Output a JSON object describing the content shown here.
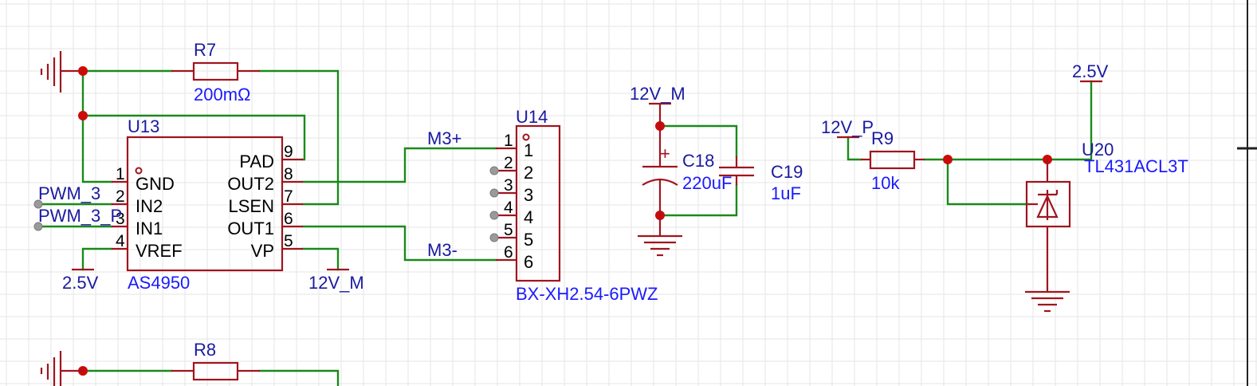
{
  "u13": {
    "designator": "U13",
    "value": "AS4950",
    "pins_left": [
      {
        "num": "1",
        "name": "GND"
      },
      {
        "num": "2",
        "name": "IN2"
      },
      {
        "num": "3",
        "name": "IN1"
      },
      {
        "num": "4",
        "name": "VREF"
      }
    ],
    "pins_right": [
      {
        "num": "9",
        "name": "PAD"
      },
      {
        "num": "8",
        "name": "OUT2"
      },
      {
        "num": "7",
        "name": "LSEN"
      },
      {
        "num": "6",
        "name": "OUT1"
      },
      {
        "num": "5",
        "name": "VP"
      }
    ]
  },
  "r7": {
    "designator": "R7",
    "value": "200mΩ"
  },
  "r8": {
    "designator": "R8"
  },
  "u14": {
    "designator": "U14",
    "value": "BX-XH2.54-6PWZ",
    "pins": [
      "1",
      "2",
      "3",
      "4",
      "5",
      "6"
    ]
  },
  "c18": {
    "designator": "C18",
    "value": "220uF",
    "polarity_mark": "+"
  },
  "c19": {
    "designator": "C19",
    "value": "1uF"
  },
  "r9": {
    "designator": "R9",
    "value": "10k"
  },
  "u20": {
    "designator": "U20",
    "value": "TL431ACL3T"
  },
  "nets": {
    "pwm3": "PWM_3",
    "pwm3p": "PWM_3_P",
    "v25_u13": "2.5V",
    "v12m_u13": "12V_M",
    "m3plus": "M3+",
    "m3minus": "M3-",
    "v12m_cap": "12V_M",
    "v12p": "12V_P",
    "v25_ref": "2.5V"
  },
  "colors": {
    "wire": "#1a8a1a",
    "component": "#a0141e",
    "designator": "#1a1aa0",
    "value": "#1a1aff",
    "junction": "#cc0a0a",
    "grid": "#e6e6e6",
    "background": "#ffffff"
  }
}
